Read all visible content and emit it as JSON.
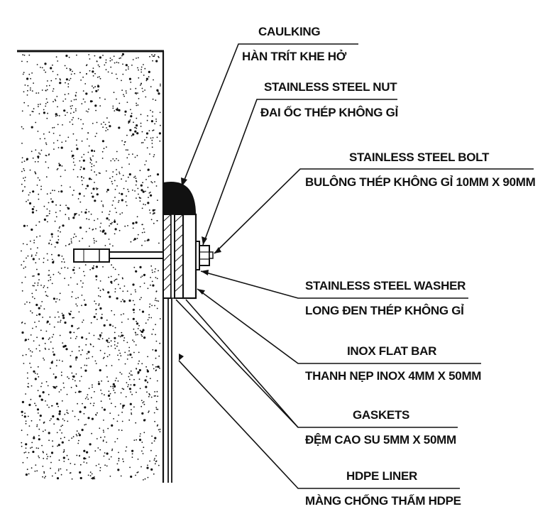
{
  "callouts": [
    {
      "id": "caulking",
      "en": "CAULKING",
      "vi": "HÀN TRÍT KHE HỞ"
    },
    {
      "id": "nut",
      "en": "STAINLESS STEEL NUT",
      "vi": "ĐAI ỐC THÉP KHÔNG GỈ"
    },
    {
      "id": "bolt",
      "en": "STAINLESS STEEL BOLT",
      "vi": "BULÔNG THÉP KHÔNG GỈ 10MM X 90MM"
    },
    {
      "id": "washer",
      "en": "STAINLESS STEEL WASHER",
      "vi": "LONG ĐEN THÉP KHÔNG GỈ"
    },
    {
      "id": "flatbar",
      "en": "INOX FLAT BAR",
      "vi": "THANH NẸP INOX 4MM X 50MM"
    },
    {
      "id": "gaskets",
      "en": "GASKETS",
      "vi": "ĐỆM CAO SU 5MM X 50MM"
    },
    {
      "id": "liner",
      "en": "HDPE LINER",
      "vi": "MÀNG CHỐNG THẤM HDPE"
    }
  ],
  "colors": {
    "ink": "#111111",
    "background": "#ffffff"
  }
}
